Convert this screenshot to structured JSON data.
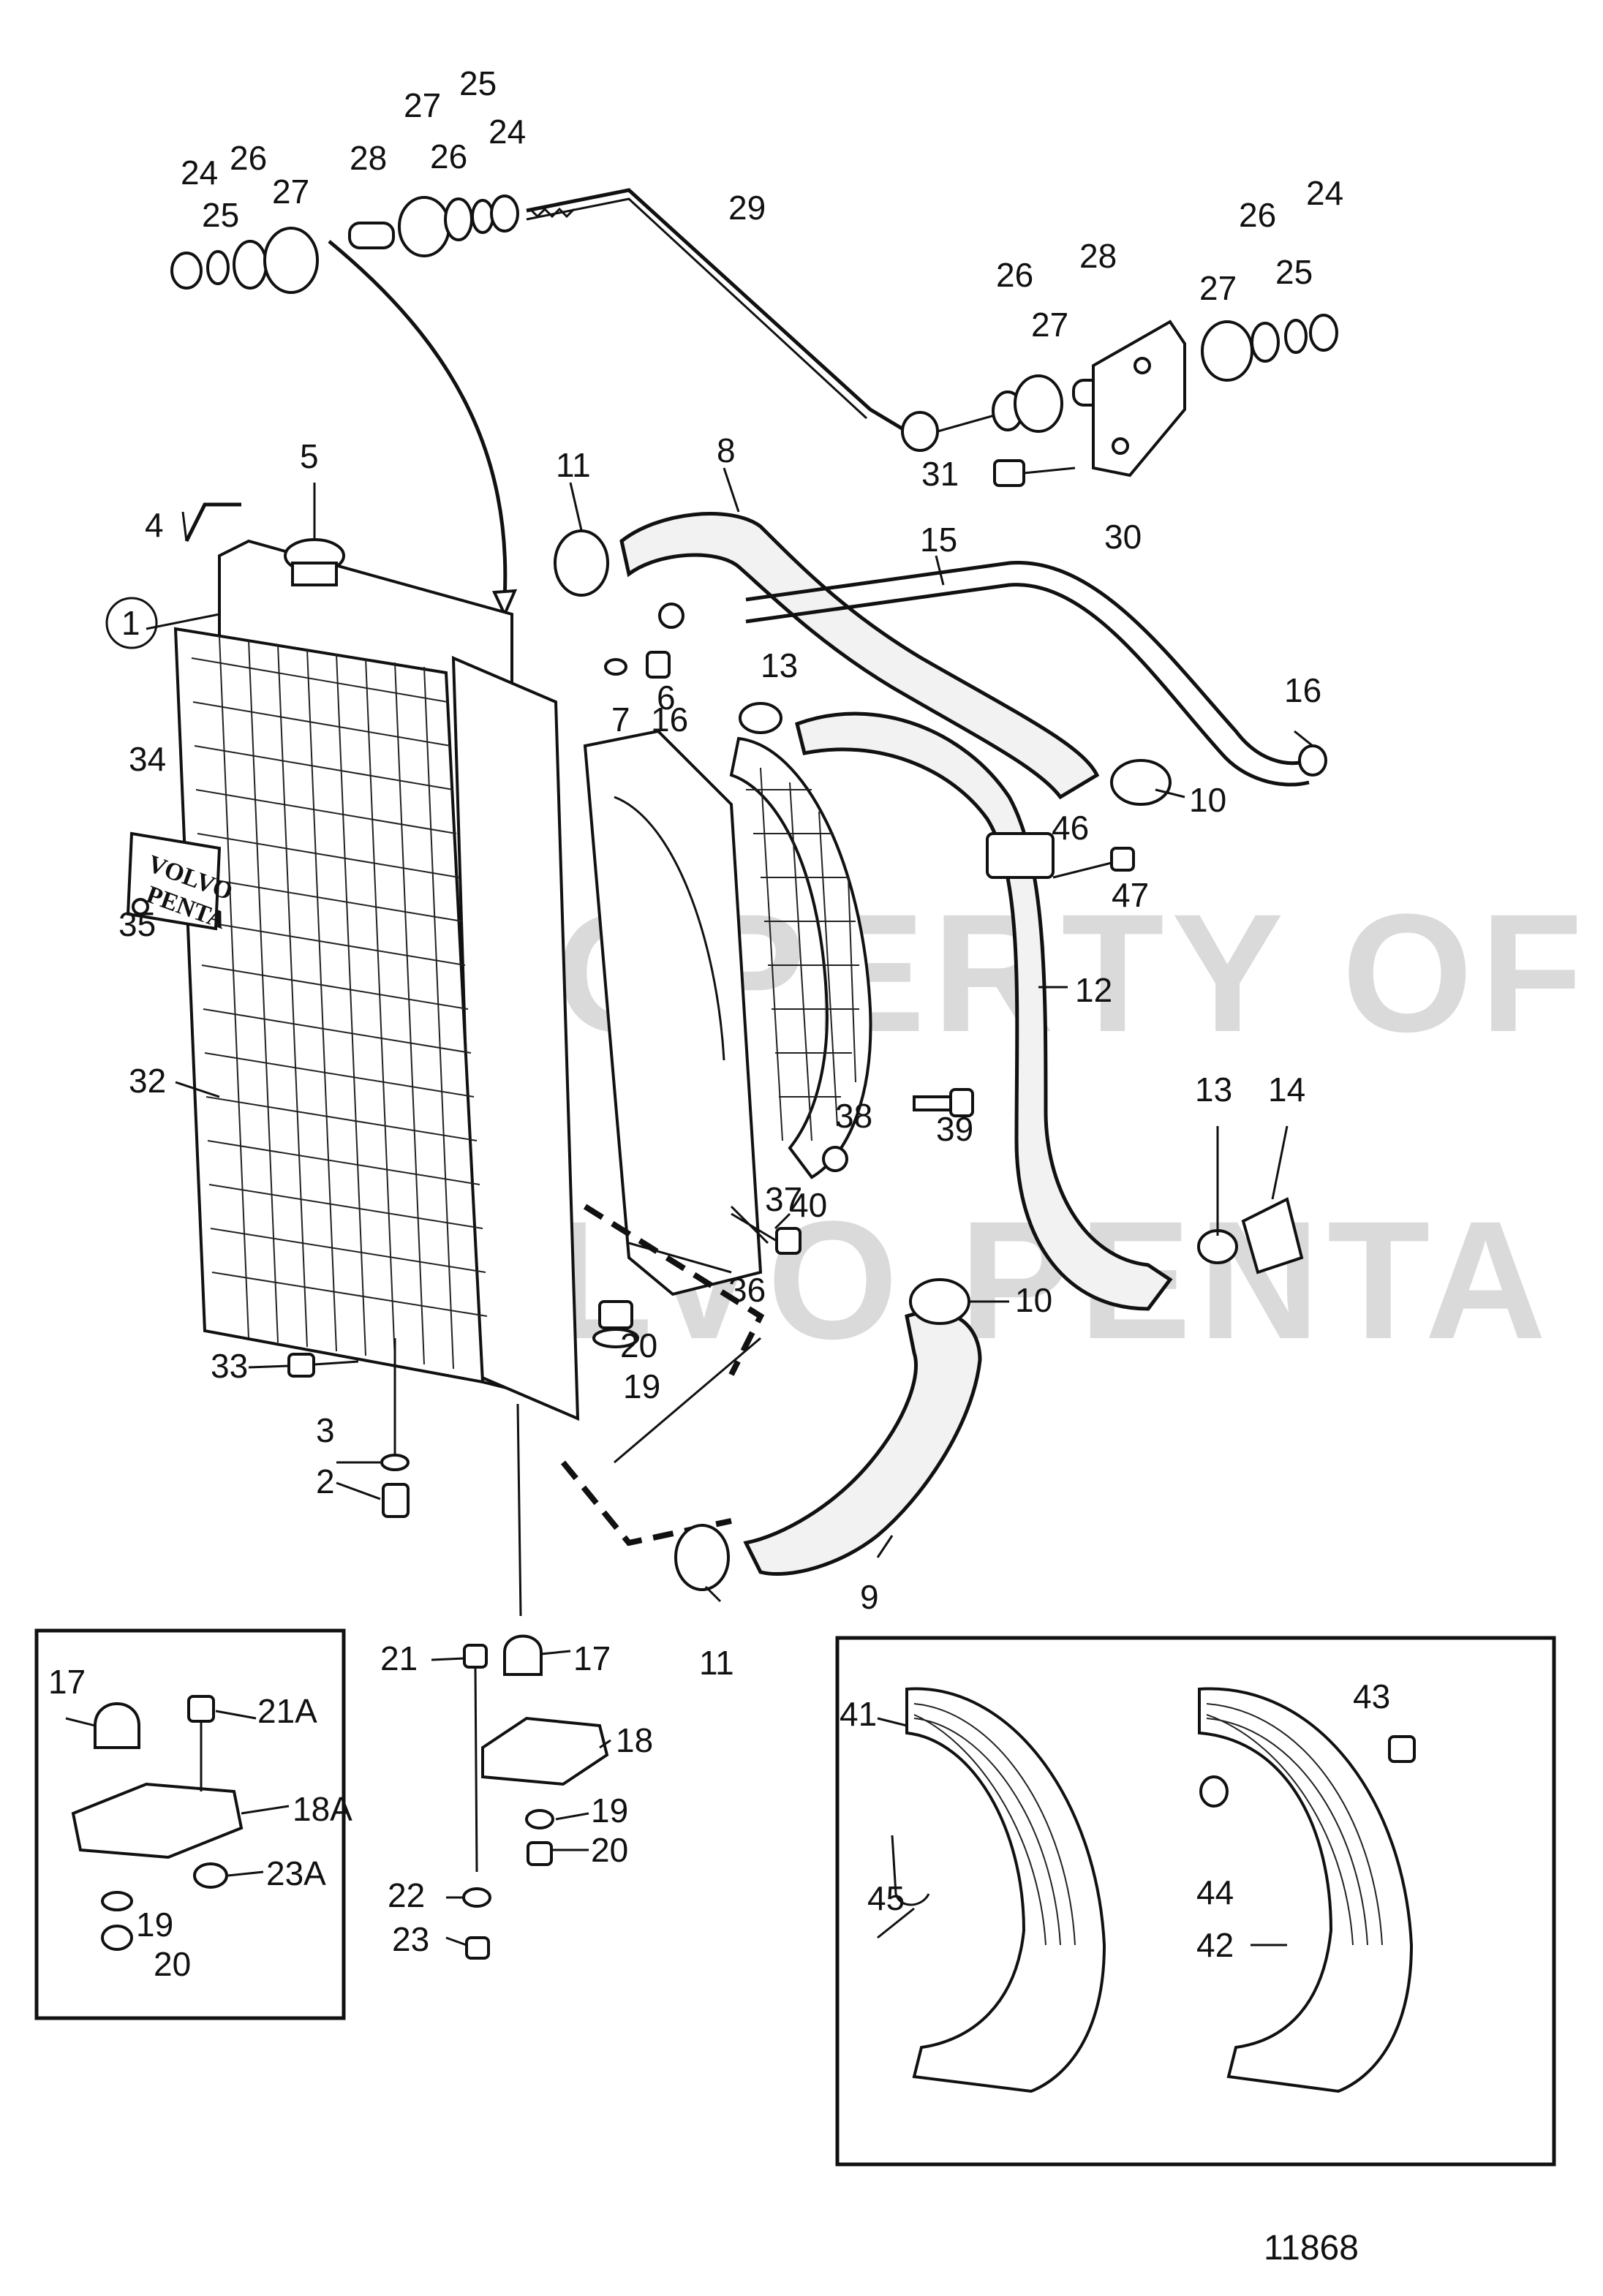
{
  "watermark": {
    "line1": "PROPERTY OF",
    "line2": "VOLVO PENTA"
  },
  "badge": {
    "line1": "VOLVO",
    "line2": "PENTA"
  },
  "figure_number": "11868",
  "callouts": {
    "c1": "1",
    "c2": "2",
    "c3": "3",
    "c4": "4",
    "c5": "5",
    "c6": "6",
    "c7": "7",
    "c8": "8",
    "c9": "9",
    "c10a": "10",
    "c10b": "10",
    "c11a": "11",
    "c11b": "11",
    "c12": "12",
    "c13a": "13",
    "c13b": "13",
    "c14": "14",
    "c15": "15",
    "c16a": "16",
    "c16b": "16",
    "c17a": "17",
    "c17b": "17",
    "c18": "18",
    "c18A": "18A",
    "c19a": "19",
    "c19b": "19",
    "c19c": "19",
    "c20a": "20",
    "c20b": "20",
    "c20c": "20",
    "c21": "21",
    "c21A": "21A",
    "c22": "22",
    "c23": "23",
    "c23A": "23A",
    "c24a": "24",
    "c24b": "24",
    "c24c": "24",
    "c25a": "25",
    "c25b": "25",
    "c25c": "25",
    "c26a": "26",
    "c26b": "26",
    "c26c": "26",
    "c26d": "26",
    "c27a": "27",
    "c27b": "27",
    "c27c": "27",
    "c27d": "27",
    "c28a": "28",
    "c28b": "28",
    "c29": "29",
    "c30": "30",
    "c31": "31",
    "c32": "32",
    "c33": "33",
    "c34": "34",
    "c35": "35",
    "c36": "36",
    "c37": "37",
    "c38": "38",
    "c39": "39",
    "c40": "40",
    "c41": "41",
    "c42": "42",
    "c43": "43",
    "c44": "44",
    "c45": "45",
    "c46": "46",
    "c47": "47"
  }
}
